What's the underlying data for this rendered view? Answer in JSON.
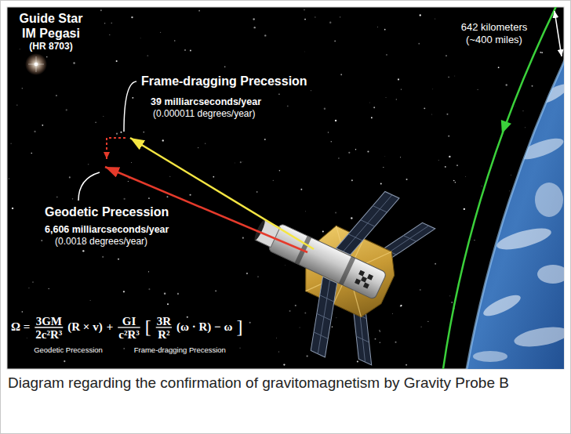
{
  "diagram": {
    "caption": "Diagram regarding the confirmation of gravitomagnetism by Gravity Probe B",
    "labels": [
      "Guide Star IM Pegasi",
      "(HR 8703)",
      "Frame-dragging Precession",
      "39 milliarcseconds/year",
      "(0.000011 degrees/year)",
      "Geodetic Precession",
      "6,606 milliarcseconds/year",
      "(0.0018 degrees/year)",
      "642 kilometers (~400 miles)",
      "Ω =",
      "3GM",
      "2c²R³",
      "(R × v)",
      "+",
      "GI",
      "c²R³",
      "[",
      "3R",
      "R²",
      "(ω · R) − ω",
      "]",
      "Geodetic Precession",
      "Frame-dragging Precession"
    ]
  }
}
